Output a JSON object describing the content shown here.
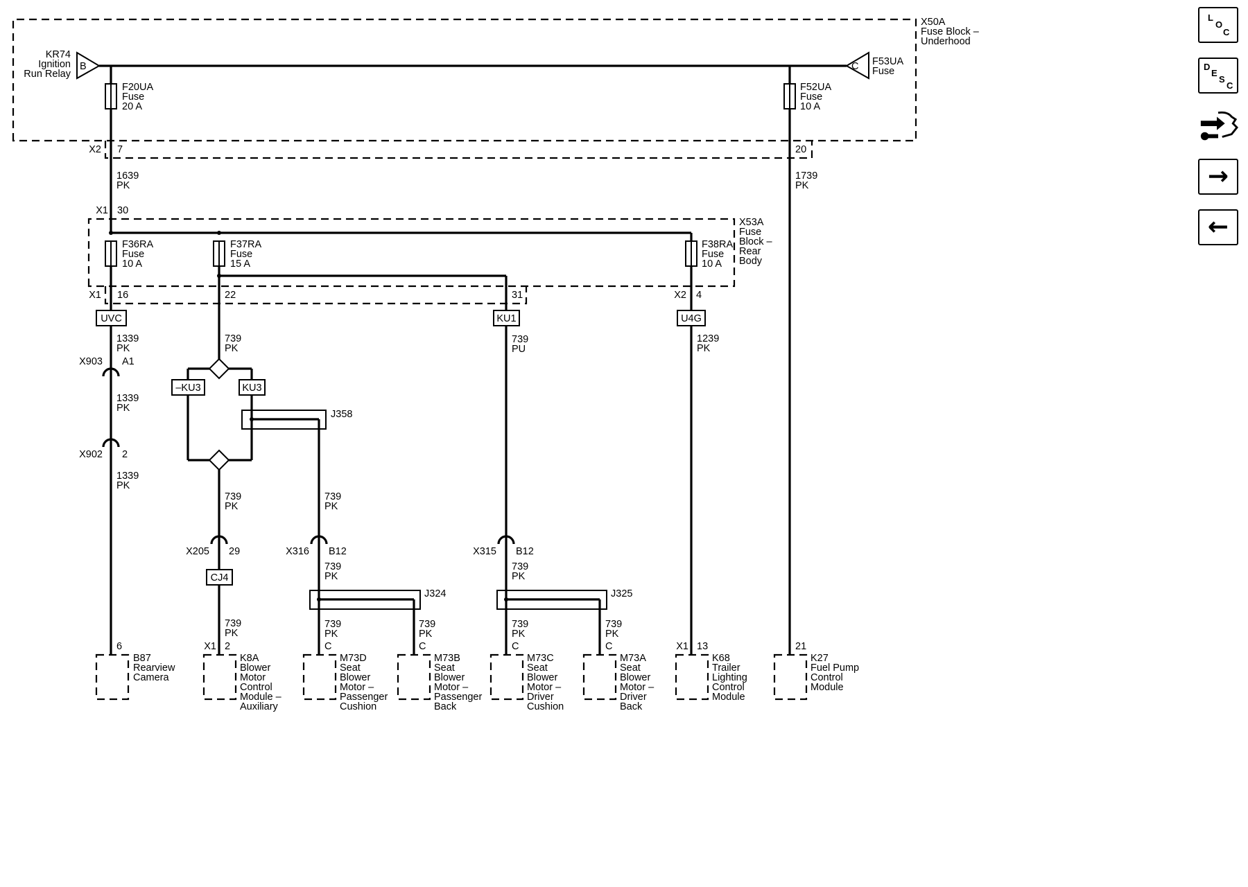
{
  "nav": {
    "loc": [
      "L",
      "O",
      "C"
    ],
    "desc": [
      "D",
      "E",
      "S",
      "C"
    ],
    "icons": [
      "loc-icon",
      "desc-icon",
      "connector-tool-icon",
      "next-page-icon",
      "previous-page-icon"
    ]
  },
  "blocks": {
    "underhood": {
      "name": "X50A",
      "line1": "Fuse Block –",
      "line2": "Underhood"
    },
    "rear": {
      "name": "X53A",
      "line1": "Fuse",
      "line2": "Block –",
      "line3": "Rear",
      "line4": "Body"
    }
  },
  "relay": {
    "name": "KR74",
    "line1": "Ignition",
    "line2": "Run Relay",
    "pin": "B"
  },
  "f53": {
    "name": "F53UA",
    "line1": "Fuse",
    "pin": "C"
  },
  "fuses": {
    "f20": {
      "name": "F20UA",
      "type": "Fuse",
      "rating": "20 A"
    },
    "f52": {
      "name": "F52UA",
      "type": "Fuse",
      "rating": "10 A"
    },
    "f36": {
      "name": "F36RA",
      "type": "Fuse",
      "rating": "10 A"
    },
    "f37": {
      "name": "F37RA",
      "type": "Fuse",
      "rating": "15 A"
    },
    "f38": {
      "name": "F38RA",
      "type": "Fuse",
      "rating": "10 A"
    }
  },
  "connectors": {
    "x2a": "X2",
    "x2a_pin": "7",
    "x2b_pin": "20",
    "x1a": "X1",
    "x1a_pin": "30",
    "x1b": "X1",
    "x1b_pin": "16",
    "p22": "22",
    "p31": "31",
    "x2c": "X2",
    "x2c_pin": "4",
    "x903": "X903",
    "x903_pin": "A1",
    "x902": "X902",
    "x902_pin": "2",
    "x205": "X205",
    "x205_pin": "29",
    "x316": "X316",
    "x316_pin": "B12",
    "x315": "X315",
    "x315_pin": "B12"
  },
  "options": {
    "uvc": "UVC",
    "ku1": "KU1",
    "u4g": "U4G",
    "nku3": "–KU3",
    "ku3": "KU3",
    "cj4": "CJ4"
  },
  "splices": {
    "j358": "J358",
    "j324": "J324",
    "j325": "J325"
  },
  "wires": {
    "w1639": [
      "1639",
      "PK"
    ],
    "w1739": [
      "1739",
      "PK"
    ],
    "w1339a": [
      "1339",
      "PK"
    ],
    "w1339b": [
      "1339",
      "PK"
    ],
    "w1339c": [
      "1339",
      "PK"
    ],
    "w739a": [
      "739",
      "PK"
    ],
    "w739pu": [
      "739",
      "PU"
    ],
    "w1239": [
      "1239",
      "PK"
    ],
    "w739b": [
      "739",
      "PK"
    ],
    "w739c": [
      "739",
      "PK"
    ],
    "w739d": [
      "739",
      "PK"
    ],
    "w739e": [
      "739",
      "PK"
    ],
    "w739f": [
      "739",
      "PK"
    ],
    "w739g": [
      "739",
      "PK"
    ],
    "w739h": [
      "739",
      "PK"
    ],
    "w739i": [
      "739",
      "PK"
    ],
    "w739j": [
      "739",
      "PK"
    ]
  },
  "components": {
    "b87": {
      "pin": "6",
      "lines": [
        "B87",
        "Rearview",
        "Camera"
      ]
    },
    "k8a": {
      "conn": "X1",
      "pin": "2",
      "lines": [
        "K8A",
        "Blower",
        "Motor",
        "Control",
        "Module –",
        "Auxiliary"
      ]
    },
    "m73d": {
      "pin": "C",
      "lines": [
        "M73D",
        "Seat",
        "Blower",
        "Motor –",
        "Passenger",
        "Cushion"
      ]
    },
    "m73b": {
      "pin": "C",
      "lines": [
        "M73B",
        "Seat",
        "Blower",
        "Motor –",
        "Passenger",
        "Back"
      ]
    },
    "m73c": {
      "pin": "C",
      "lines": [
        "M73C",
        "Seat",
        "Blower",
        "Motor –",
        "Driver",
        "Cushion"
      ]
    },
    "m73a": {
      "pin": "C",
      "lines": [
        "M73A",
        "Seat",
        "Blower",
        "Motor –",
        "Driver",
        "Back"
      ]
    },
    "k68": {
      "conn": "X1",
      "pin": "13",
      "lines": [
        "K68",
        "Trailer",
        "Lighting",
        "Control",
        "Module"
      ]
    },
    "k27": {
      "pin": "21",
      "lines": [
        "K27",
        "Fuel Pump",
        "Control",
        "Module"
      ]
    }
  }
}
